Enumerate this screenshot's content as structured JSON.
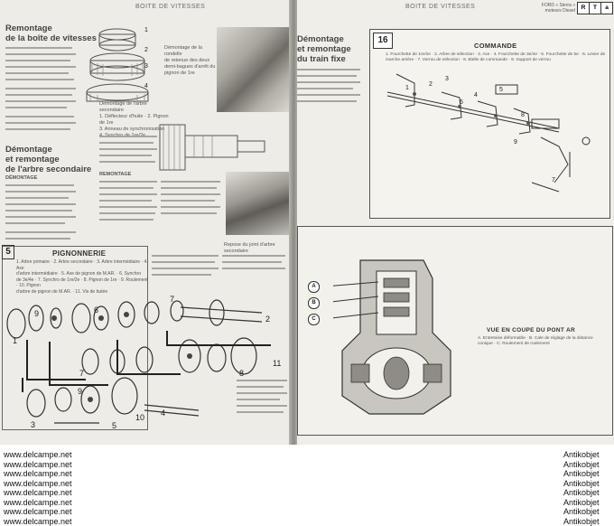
{
  "left_page": {
    "running_head": "BOITE DE VITESSES",
    "heading_1": [
      "Remontage",
      "de la boîte de vitesses"
    ],
    "heading_2": [
      "Démontage",
      "et remontage",
      "de l'arbre secondaire"
    ],
    "photo_caption": [
      "Démontage de la rondelle",
      "de retenue des deux",
      "demi-bagues d'arrêt du",
      "pignon de 1re"
    ],
    "figure_caption": [
      "Démontage de l'arbre secondaire",
      "1. Déflecteur d'huile · 2. Pignon de 1re",
      "3. Anneau de synchronisation",
      "4. Synchro de 1re/2e"
    ],
    "subheads": [
      "DÉMONTAGE",
      "REMONTAGE"
    ],
    "panel_number": "5",
    "panel_title": "PIGNONNERIE",
    "panel_caption": [
      "1. Arbre primaire · 2. Arbre secondaire · 3. Arbre intermédiaire · 4. Axe",
      "d'arbre intermédiaire · 5. Axe de pignon de M.AR. · 6. Synchro",
      "de 3e/4e · 7. Synchro de 1re/2e · 8. Pignon de 1re · 9. Roulement · 10. Pignon",
      "d'arbre de pignon de M.AR. · 11. Vis de butée"
    ],
    "photo2_caption": "Repose du joint d'arbre secondaire",
    "callouts": [
      "1",
      "2",
      "3",
      "4",
      "5",
      "6",
      "7",
      "7",
      "8",
      "9",
      "9",
      "10",
      "11"
    ]
  },
  "right_page": {
    "running_head": "BOITE DE VITESSES",
    "badge_text": [
      "FORD « Sierra »",
      "moteurs Diesel"
    ],
    "badge_letters": [
      "R",
      "T",
      "a"
    ],
    "heading": [
      "Démontage",
      "et remontage",
      "du train fixe"
    ],
    "panel_16": {
      "number": "16",
      "title": "COMMANDE",
      "caption": [
        "1. Fourchette de 1re/2e · 2. Arbre de sélection · 3. Axe · 4. Fourchette de 3e/4e · 5. Fourchette de 5e · 6. Levier de",
        "marche arrière · 7. Verrou de sélection · 8. Bielle de commande · 9. Support de verrou"
      ],
      "callouts": [
        "1",
        "2",
        "3",
        "4",
        "5",
        "6",
        "7",
        "8",
        "9"
      ]
    },
    "panel_cut": {
      "title": "VUE EN COUPE DU PONT AR",
      "caption": [
        "A. Entretoise déformable · B. Cale de réglage de la distance",
        "conique · C. Roulement de roulement"
      ],
      "callouts": [
        "A",
        "B",
        "C"
      ]
    }
  },
  "footer": {
    "left_lines": [
      "www.delcampe.net",
      "www.delcampe.net",
      "www.delcampe.net",
      "www.delcampe.net",
      "www.delcampe.net",
      "www.delcampe.net",
      "www.delcampe.net",
      "www.delcampe.net"
    ],
    "right_lines": [
      "Antikobjet",
      "Antikobjet",
      "Antikobjet",
      "Antikobjet",
      "Antikobjet",
      "Antikobjet",
      "Antikobjet",
      "Antikobjet"
    ]
  }
}
